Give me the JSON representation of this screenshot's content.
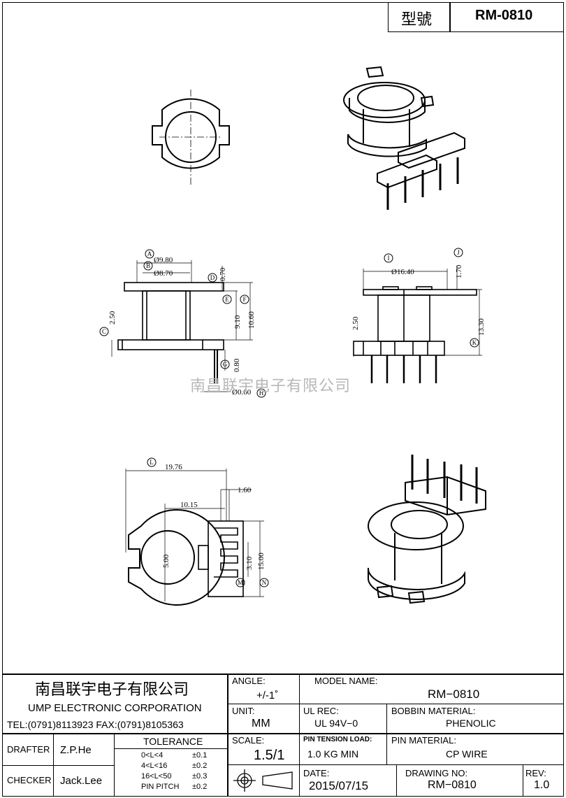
{
  "header": {
    "model_label": "型號",
    "model_value": "RM-0810"
  },
  "watermark": "南昌联宇电子有限公司",
  "dimensions": {
    "A": "Ø9.80",
    "B": "Ø8.70",
    "D": "0.70",
    "E": "9.10",
    "F": "10.60",
    "C": "2.50",
    "G": "0.80",
    "H": "Ø0.60",
    "I": "Ø16.40",
    "J": "1.70",
    "K": "13.30",
    "side_c": "2.50",
    "L": "19.76",
    "w1": "10.15",
    "w2": "1.60",
    "M": "3.10",
    "N": "15.00",
    "core": "5.00"
  },
  "markers": [
    "A",
    "B",
    "C",
    "D",
    "E",
    "F",
    "G",
    "H",
    "I",
    "J",
    "K",
    "L",
    "M",
    "N"
  ],
  "title_block": {
    "company_cn": "南昌联宇电子有限公司",
    "company_en": "UMP ELECTRONIC CORPORATION",
    "tel_fax": "TEL:(0791)8113923  FAX:(0791)8105363",
    "angle_label": "ANGLE:",
    "angle_value": "+/-1˚",
    "unit_label": "UNIT:",
    "unit_value": "MM",
    "scale_label": "SCALE:",
    "scale_value": "1.5/1",
    "model_name_label": "MODEL NAME:",
    "model_name_value": "RM−0810",
    "ul_rec_label": "UL REC:",
    "ul_rec_value": "UL 94V−0",
    "bobbin_material_label": "BOBBIN MATERIAL:",
    "bobbin_material_value": "PHENOLIC",
    "pin_tension_label": "PIN TENSION LOAD:",
    "pin_tension_value": "1.0   KG MIN",
    "pin_material_label": "PIN MATERIAL:",
    "pin_material_value": "CP   WIRE",
    "drafter_label": "DRAFTER",
    "drafter_value": "Z.P.He",
    "checker_label": "CHECKER",
    "checker_value": "Jack.Lee",
    "tolerance_label": "TOLERANCE",
    "tolerances": [
      {
        "range": "0<L<4",
        "value": "±0.1"
      },
      {
        "range": "4<L<16",
        "value": "±0.2"
      },
      {
        "range": "16<L<50",
        "value": "±0.3"
      },
      {
        "range": "PIN PITCH",
        "value": "±0.2"
      }
    ],
    "date_label": "DATE:",
    "date_value": "2015/07/15",
    "drawing_no_label": "DRAWING NO:",
    "drawing_no_value": "RM−0810",
    "rev_label": "REV:",
    "rev_value": "1.0"
  }
}
